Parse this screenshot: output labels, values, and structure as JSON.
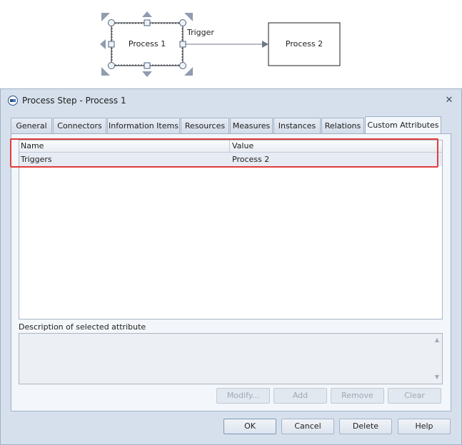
{
  "diagram": {
    "process1_label": "Process 1",
    "process2_label": "Process 2",
    "connector_label": "Trigger"
  },
  "dialog": {
    "title": "Process Step - Process 1",
    "close_glyph": "✕",
    "tabs": [
      {
        "label": "General",
        "active": false
      },
      {
        "label": "Connectors",
        "active": false
      },
      {
        "label": "Information Items",
        "active": false
      },
      {
        "label": "Resources",
        "active": false
      },
      {
        "label": "Measures",
        "active": false
      },
      {
        "label": "Instances",
        "active": false
      },
      {
        "label": "Relations",
        "active": false
      },
      {
        "label": "Custom Attributes",
        "active": true
      }
    ],
    "grid": {
      "columns": [
        "Name",
        "Value"
      ],
      "rows": [
        {
          "name": "Triggers",
          "value": "Process 2"
        }
      ]
    },
    "description_label": "Description of selected attribute",
    "description_value": "",
    "action_buttons": {
      "modify": "Modify...",
      "add": "Add",
      "remove": "Remove",
      "clear": "Clear"
    },
    "footer_buttons": {
      "ok": "OK",
      "cancel": "Cancel",
      "delete": "Delete",
      "help": "Help"
    }
  },
  "colors": {
    "highlight": "#e03c3c",
    "dialog_bg": "#d6e0ec",
    "selected_row": "#e7ecf4"
  }
}
